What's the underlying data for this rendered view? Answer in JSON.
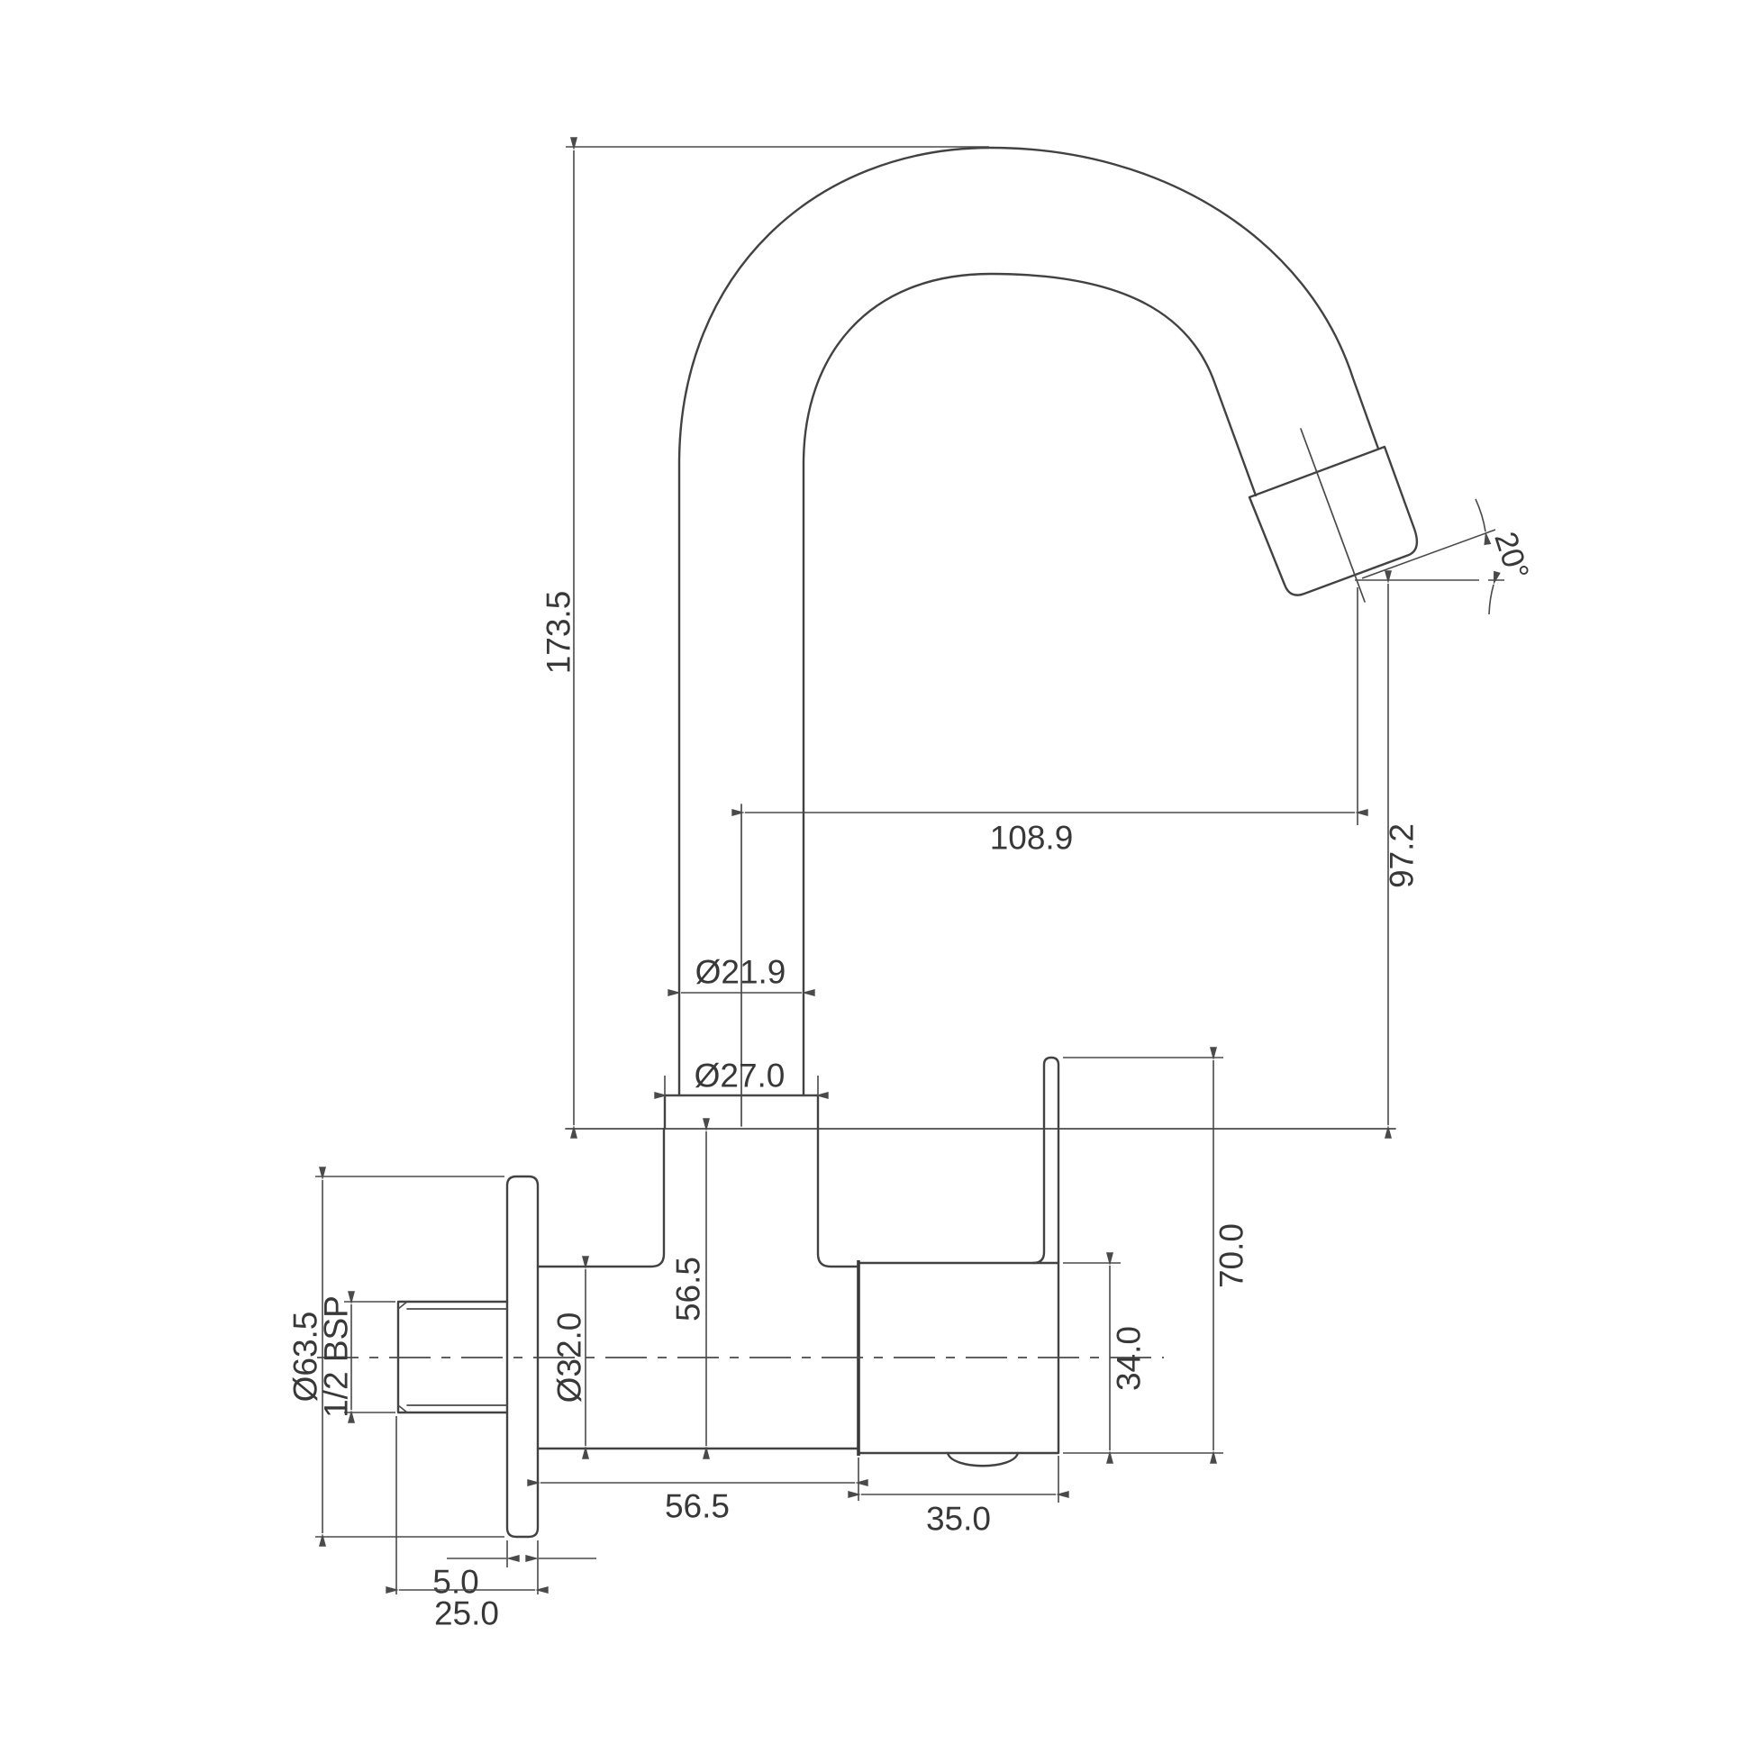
{
  "drawing": {
    "title": "wall-mounted-swivel-tap-technical-drawing",
    "labels": {
      "total_height": "173.5",
      "spout_reach": "108.9",
      "outlet_height": "97.2",
      "outlet_angle": "20°",
      "spout_tube_dia": "Ø21.9",
      "spout_collar_dia": "Ø27.0",
      "flange_dia": "Ø63.5",
      "thread_size": "1/2 BSP",
      "body_dia": "Ø32.0",
      "body_height": "56.5",
      "body_length": "56.5",
      "valve_body_height": "34.0",
      "valve_body_width": "35.0",
      "backplate_height": "70.0",
      "flange_thickness": "5.0",
      "wall_projection": "25.0"
    },
    "colors": {
      "line": "#424242",
      "dimension_line": "#4a4a4a",
      "text": "#383838",
      "background": "#ffffff"
    }
  }
}
